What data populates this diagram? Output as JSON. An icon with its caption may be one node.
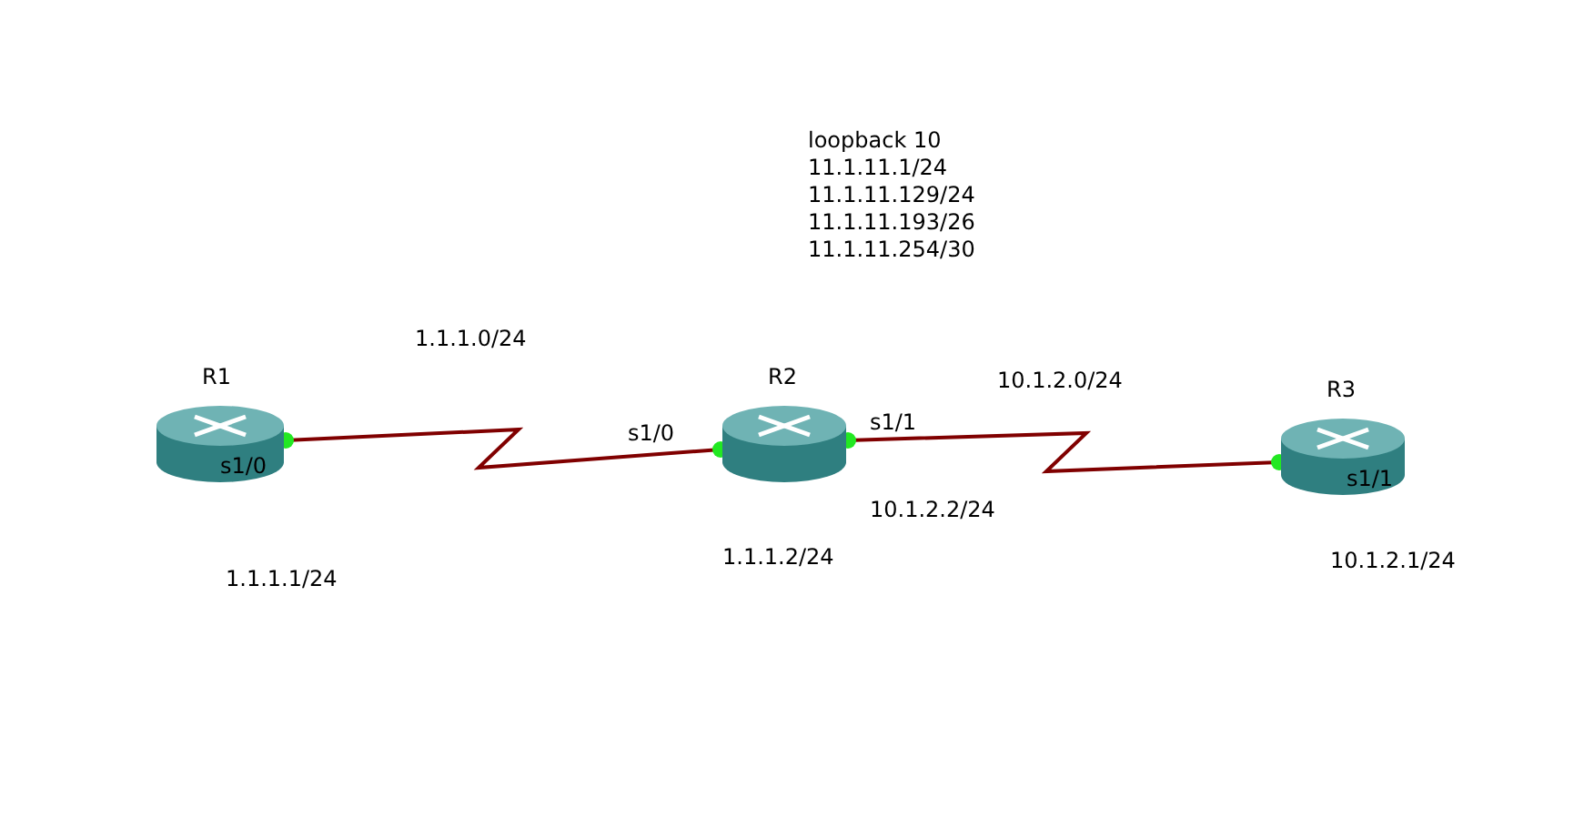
{
  "diagram": {
    "nodes": [
      {
        "text": [
          "R1"
        ]
      },
      {
        "text": [
          "R2"
        ]
      },
      {
        "text": [
          "R3"
        ]
      }
    ],
    "edges": [
      {
        "from": 0,
        "to": 1,
        "arrow": "other"
      },
      {
        "from": 1,
        "to": 2,
        "arrow": "other"
      }
    ],
    "labels": [
      "loopback 10",
      "11.1.11.1/24",
      "11.1.11.129/24",
      "11.1.11.193/26",
      "11.1.11.254/30",
      "1.1.1.0/24",
      "10.1.2.0/24",
      "s1/0",
      "s1/1",
      "s1/0",
      "s1/1",
      "10.1.2.2/24",
      "1.1.1.1/24",
      "1.1.1.2/24",
      "10.1.2.1/24"
    ]
  }
}
